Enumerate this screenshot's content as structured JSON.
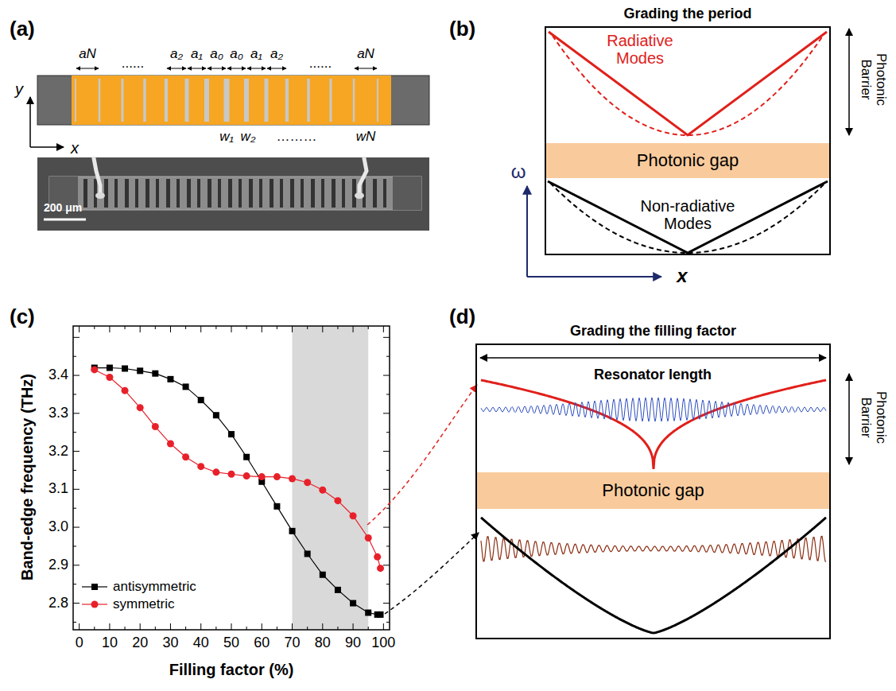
{
  "diagram": {
    "nodes": [
      {
        "text": [
          "Grading the period"
        ]
      },
      {
        "text": [
          "Photonic gap"
        ],
        "in": 0
      },
      {
        "text": [
          "Grading the filling factor"
        ]
      },
      {
        "text": [
          "Photonic gap"
        ],
        "in": 2
      }
    ],
    "labels": [
      "(a)",
      "aN",
      "......",
      "a₂",
      "a₁",
      "a₀",
      "a₀",
      "a₁",
      "a₂",
      "......",
      "aN",
      "y",
      "x",
      "w₁",
      "w₂",
      "………",
      "wN",
      "200 μm",
      "(b)",
      "Radiative Modes",
      "Non-radiative Modes",
      "Photonic Barrier",
      "ω",
      "x",
      "(c)",
      "Band-edge frequency (THz)",
      "Filling factor (%)",
      "0",
      "10",
      "20",
      "30",
      "40",
      "50",
      "60",
      "70",
      "80",
      "90",
      "100",
      "2.8",
      "2.9",
      "3.0",
      "3.1",
      "3.2",
      "3.3",
      "3.4",
      "(d)",
      "Resonator length",
      "Photonic Barrier"
    ],
    "legend": [
      {
        "text": "antisymmetric"
      },
      {
        "text": "symmetric"
      }
    ]
  }
}
